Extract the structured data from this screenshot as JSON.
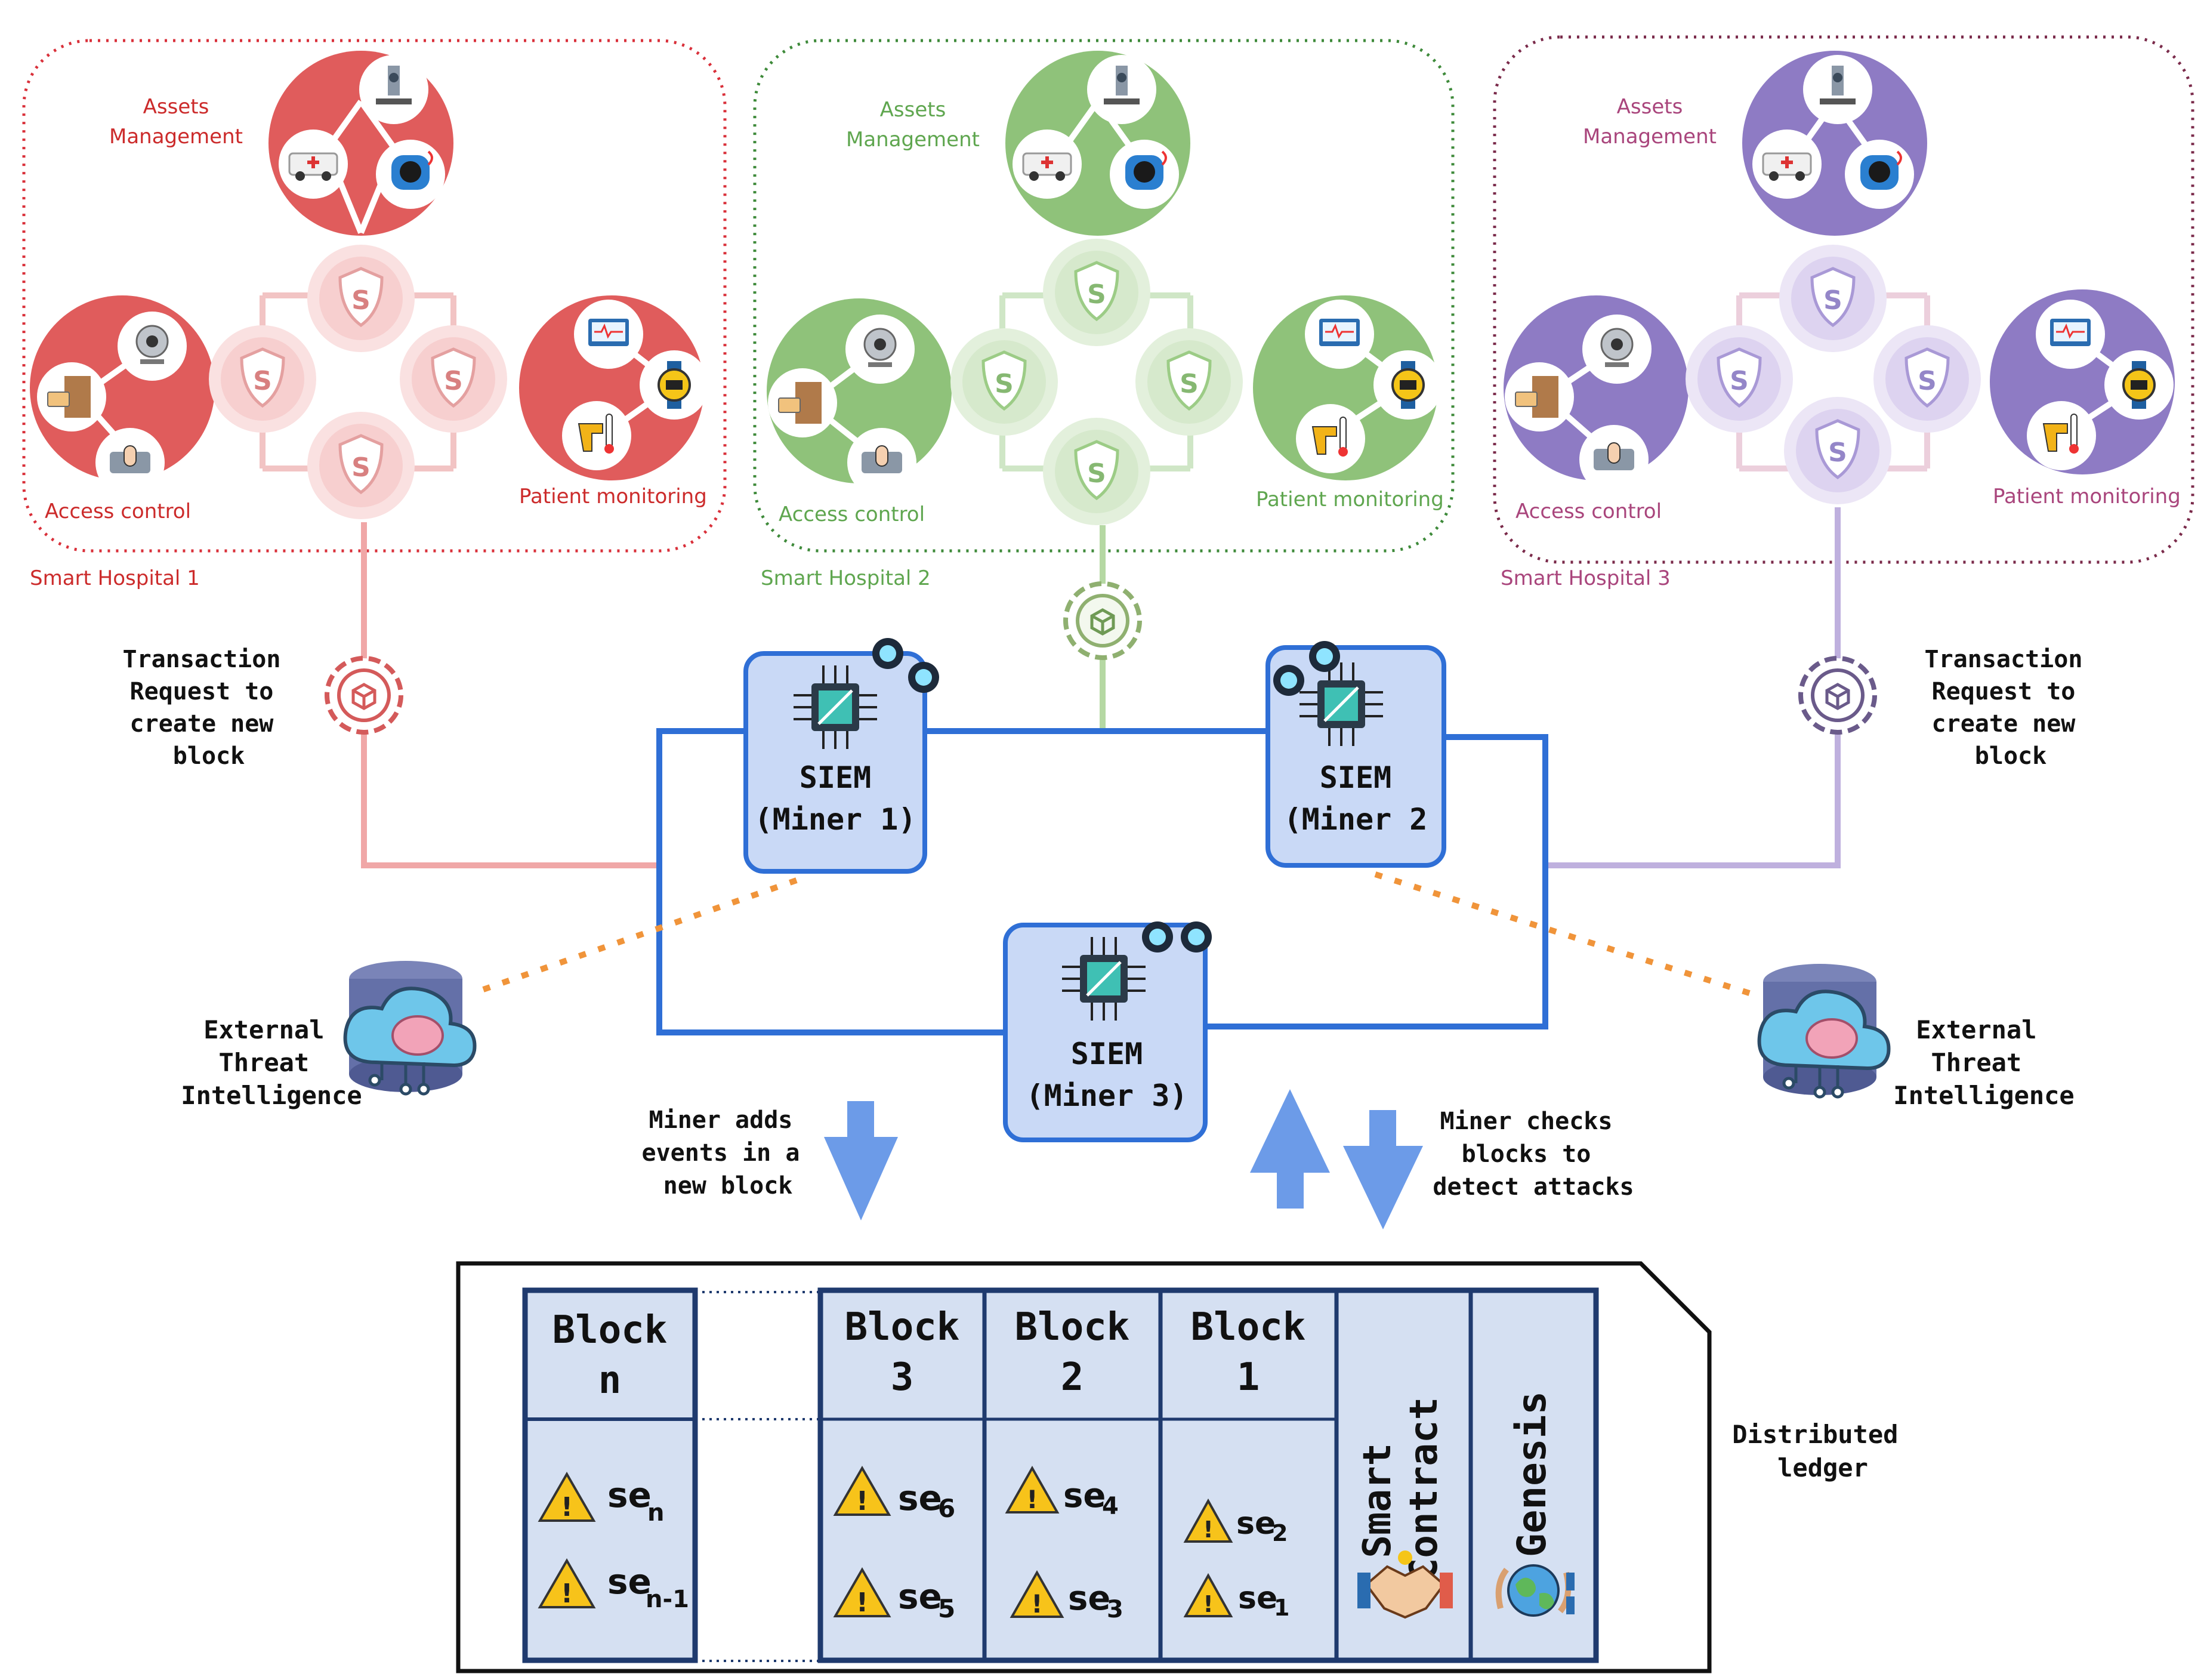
{
  "colors": {
    "hospital1": "#e05c5c",
    "hospital1_border": "#d9303a",
    "hospital1_text": "#cc2b2b",
    "hospital2": "#8fc27a",
    "hospital2_border": "#3e8a3a",
    "hospital2_text": "#5fa64f",
    "hospital3": "#8e7bc4",
    "hospital3_border": "#7a2a4a",
    "hospital3_text": "#a9457c",
    "network": "#2f6fd6",
    "siem_fill": "#c9d9f6",
    "ledger_fill": "#d5e0f2",
    "ledger_border": "#1f3a6e",
    "arrow": "#6c9be8",
    "dotted": "#f0943a"
  },
  "hospitals": [
    {
      "name": "Smart Hospital 1",
      "assets": [
        "Assets",
        "Management"
      ],
      "access": "Access control",
      "monitoring": "Patient monitoring"
    },
    {
      "name": "Smart Hospital 2",
      "assets": [
        "Assets",
        "Management"
      ],
      "access": "Access control",
      "monitoring": "Patient monitoring"
    },
    {
      "name": "Smart Hospital 3",
      "assets": [
        "Assets",
        "Management"
      ],
      "access": "Access control",
      "monitoring": "Patient monitoring"
    }
  ],
  "shield_letter": "S",
  "transaction_left": [
    "Transaction",
    "Request to",
    "create new",
    "block"
  ],
  "transaction_right": [
    "Transaction",
    "Request to",
    "create new",
    "block"
  ],
  "miners": [
    {
      "line1": "SIEM",
      "line2": "(Miner 1)"
    },
    {
      "line1": "SIEM",
      "line2": "(Miner 2"
    },
    {
      "line1": "SIEM",
      "line2": "(Miner 3)"
    }
  ],
  "threat_left": [
    "External",
    "Threat",
    "Intelligence"
  ],
  "threat_right": [
    "External",
    "Threat",
    "Intelligence"
  ],
  "miner_adds": [
    "Miner adds",
    "events in a",
    "new block"
  ],
  "miner_checks": [
    "Miner checks",
    "blocks to",
    "detect attacks"
  ],
  "ledger_label": [
    "Distributed",
    "ledger"
  ],
  "blocks": [
    {
      "title": [
        "Block",
        "n"
      ],
      "events": [
        {
          "base": "se",
          "sub": "n"
        },
        {
          "base": "se",
          "sub": "n-1"
        }
      ]
    },
    {
      "title": [
        "Block",
        "3"
      ],
      "events": [
        {
          "base": "se",
          "sub": "6"
        },
        {
          "base": "se",
          "sub": "5"
        }
      ]
    },
    {
      "title": [
        "Block",
        "2"
      ],
      "events": [
        {
          "base": "se",
          "sub": "4"
        },
        {
          "base": "se",
          "sub": "3"
        }
      ]
    },
    {
      "title": [
        "Block",
        "1"
      ],
      "events": [
        {
          "base": "se",
          "sub": "2"
        },
        {
          "base": "se",
          "sub": "1"
        }
      ]
    }
  ],
  "smart_contract": [
    "Smart",
    "Contract"
  ],
  "genesis": "Genesis",
  "warning_mark": "!"
}
